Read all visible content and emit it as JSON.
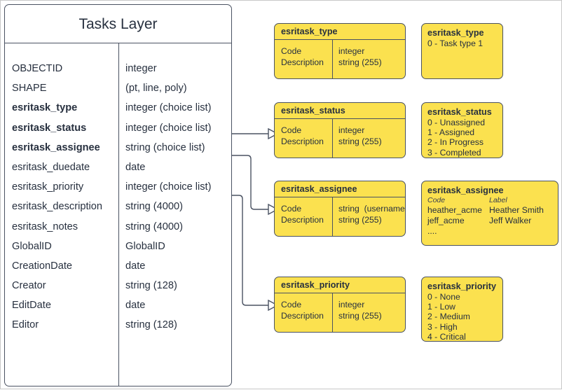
{
  "layer": {
    "title": "Tasks Layer",
    "fields": [
      {
        "name": "OBJECTID",
        "type": "integer",
        "bold": false
      },
      {
        "name": "SHAPE",
        "type": "(pt, line, poly)",
        "bold": false
      },
      {
        "name": "esritask_type",
        "type": "integer (choice list)",
        "bold": true
      },
      {
        "name": "esritask_status",
        "type": "integer (choice list)",
        "bold": true
      },
      {
        "name": "esritask_assignee",
        "type": "string (choice list)",
        "bold": true
      },
      {
        "name": "esritask_duedate",
        "type": "date",
        "bold": false
      },
      {
        "name": "esritask_priority",
        "type": "integer (choice list)",
        "bold": false
      },
      {
        "name": "esritask_description",
        "type": "string (4000)",
        "bold": false
      },
      {
        "name": "esritask_notes",
        "type": "string (4000)",
        "bold": false
      },
      {
        "name": "GlobalID",
        "type": "GlobalID",
        "bold": false
      },
      {
        "name": "CreationDate",
        "type": "date",
        "bold": false
      },
      {
        "name": "Creator",
        "type": "string (128)",
        "bold": false
      },
      {
        "name": "EditDate",
        "type": "date",
        "bold": false
      },
      {
        "name": "Editor",
        "type": "string (128)",
        "bold": false
      }
    ]
  },
  "schema_boxes": [
    {
      "title": "esritask_type",
      "left_rows": [
        "Code",
        "Description"
      ],
      "right_rows": [
        "integer",
        "string (255)"
      ]
    },
    {
      "title": "esritask_status",
      "left_rows": [
        "Code",
        "Description"
      ],
      "right_rows": [
        "integer",
        "string (255)"
      ]
    },
    {
      "title": "esritask_assignee",
      "left_rows": [
        "Code",
        "Description"
      ],
      "right_rows": [
        "string  (username)",
        "string (255)"
      ]
    },
    {
      "title": "esritask_priority",
      "left_rows": [
        "Code",
        "Description"
      ],
      "right_rows": [
        "integer",
        "string (255)"
      ]
    }
  ],
  "value_boxes": {
    "type": {
      "title": "esritask_type",
      "items": [
        "0 - Task type 1"
      ]
    },
    "status": {
      "title": "esritask_status",
      "items": [
        "0 - Unassigned",
        "1 - Assigned",
        "2 - In Progress",
        "3 - Completed"
      ]
    },
    "assignee": {
      "title": "esritask_assignee",
      "header": {
        "code": "Code",
        "label": "Label"
      },
      "rows": [
        {
          "code": "heather_acme",
          "label": "Heather Smith"
        },
        {
          "code": "jeff_acme",
          "label": "Jeff Walker"
        },
        {
          "code": "....",
          "label": ""
        }
      ]
    },
    "priority": {
      "title": "esritask_priority",
      "items": [
        "0 - None",
        "1 - Low",
        "2 - Medium",
        "3 - High",
        "4 - Critical"
      ]
    }
  },
  "colors": {
    "yellow": "#fbe14f",
    "stroke": "#4a5262",
    "frame": "#c8c8c8"
  }
}
